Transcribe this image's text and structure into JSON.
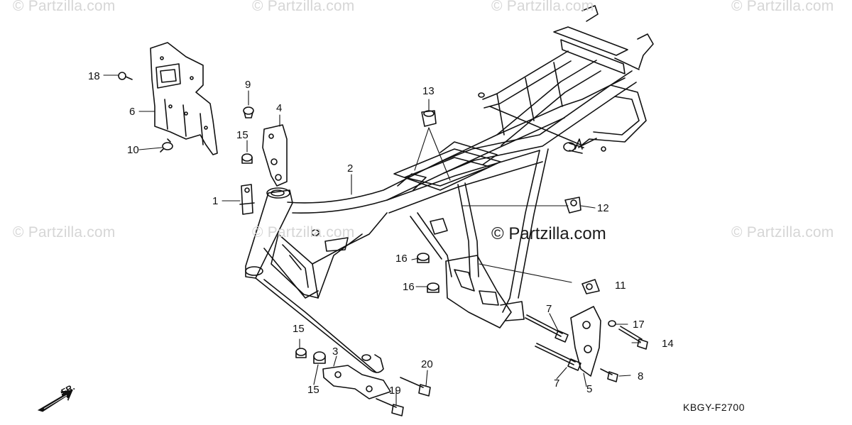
{
  "watermark": "© Partzilla.com",
  "diagram_code": "KBGY-F2700",
  "direction_label": "FR.",
  "callouts": [
    "1",
    "2",
    "3",
    "4",
    "5",
    "6",
    "7",
    "7",
    "8",
    "9",
    "10",
    "11",
    "12",
    "13",
    "14",
    "15",
    "15",
    "15",
    "16",
    "16",
    "17",
    "18",
    "19",
    "20"
  ]
}
